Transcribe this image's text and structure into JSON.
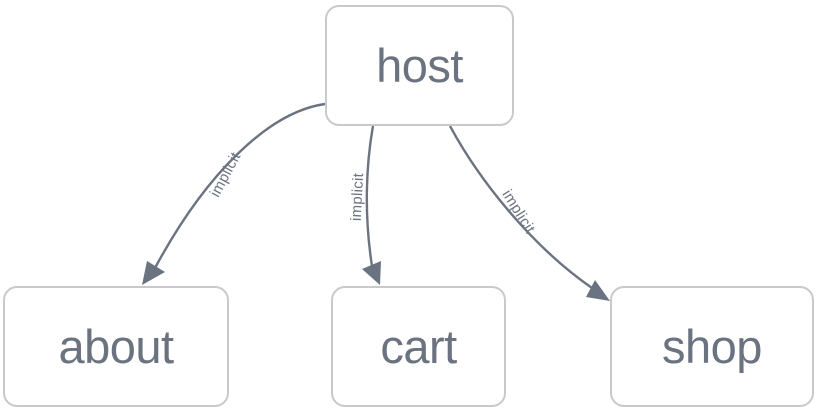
{
  "diagram": {
    "type": "directed-graph",
    "background_color": "#ffffff",
    "node_border_color": "#c7c9cc",
    "node_fill_color": "#ffffff",
    "text_color": "#6b7280",
    "edge_color": "#6b7280",
    "nodes": [
      {
        "id": "host",
        "label": "host"
      },
      {
        "id": "about",
        "label": "about"
      },
      {
        "id": "cart",
        "label": "cart"
      },
      {
        "id": "shop",
        "label": "shop"
      }
    ],
    "edges": [
      {
        "from": "host",
        "to": "about",
        "label": "implicit"
      },
      {
        "from": "host",
        "to": "cart",
        "label": "implicit"
      },
      {
        "from": "host",
        "to": "shop",
        "label": "implicit"
      }
    ]
  }
}
